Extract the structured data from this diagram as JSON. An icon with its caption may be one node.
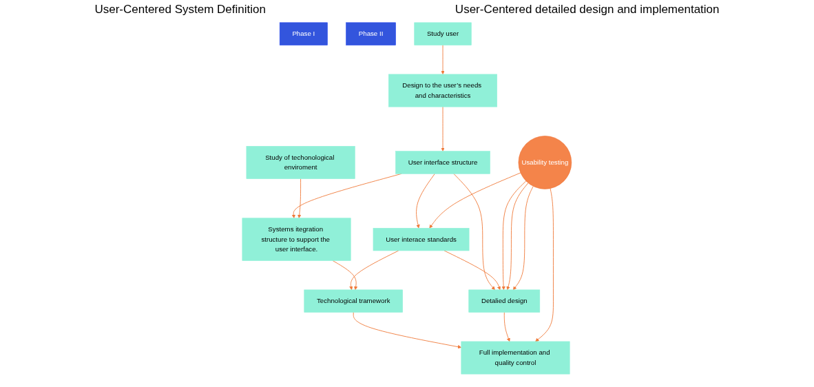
{
  "diagram": {
    "nodes": [
      {
        "text": [
          "Phase I"
        ]
      },
      {
        "text": [
          "Phase II"
        ]
      },
      {
        "text": [
          "Study user"
        ]
      },
      {
        "text": [
          "Design to the user’s needs and characteristics"
        ]
      },
      {
        "text": [
          "User interface structure"
        ]
      },
      {
        "text": [
          "User interace standards"
        ]
      },
      {
        "text": [
          "Usability testing"
        ]
      },
      {
        "text": [
          "Detalied design"
        ]
      },
      {
        "text": [
          "Study of techonological enviroment"
        ]
      },
      {
        "text": [
          "Systems itegration structure to support the user interface."
        ]
      },
      {
        "text": [
          "Technological tramework"
        ]
      },
      {
        "text": [
          "Full implementation and quality control"
        ]
      }
    ],
    "edges": [
      {
        "from": 2,
        "to": 3,
        "arrow": "to"
      },
      {
        "from": 3,
        "to": 4,
        "arrow": "to"
      },
      {
        "from": 4,
        "to": 5,
        "arrow": "to"
      },
      {
        "from": 4,
        "to": 7,
        "arrow": "to"
      },
      {
        "from": 4,
        "to": 9,
        "arrow": "to"
      },
      {
        "from": 5,
        "to": 7,
        "arrow": "to"
      },
      {
        "from": 5,
        "to": 10,
        "arrow": "to"
      },
      {
        "from": 8,
        "to": 9,
        "arrow": "to"
      },
      {
        "from": 9,
        "to": 10,
        "arrow": "to"
      },
      {
        "from": 10,
        "to": 11,
        "arrow": "to"
      },
      {
        "from": 7,
        "to": 11,
        "arrow": "to"
      },
      {
        "from": 6,
        "to": 5,
        "arrow": "to"
      },
      {
        "from": 6,
        "to": 7,
        "arrow": "to"
      },
      {
        "from": 6,
        "to": 7,
        "arrow": "to"
      },
      {
        "from": 6,
        "to": 7,
        "arrow": "to"
      },
      {
        "from": 6,
        "to": 11,
        "arrow": "to"
      }
    ],
    "labels": [
      "User-Centered System Definition",
      "User-Centered detailed design and implementation"
    ]
  }
}
